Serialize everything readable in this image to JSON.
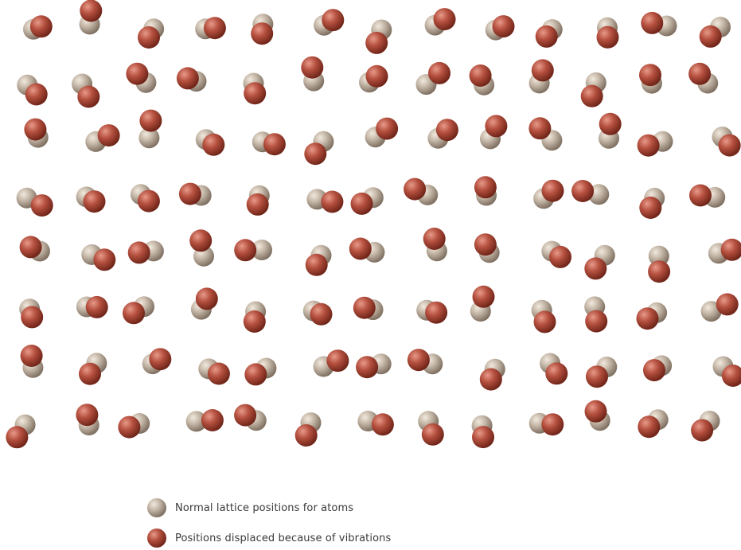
{
  "legend": {
    "normal_label": "Normal lattice positions for atoms",
    "displaced_label": "Positions displaced because of vibrations"
  },
  "colors": {
    "normal_atom": "#b3a495",
    "displaced_atom": "#b04a3c",
    "background": "#ffffff"
  },
  "lattice": {
    "rows": 8,
    "columns": 13
  }
}
